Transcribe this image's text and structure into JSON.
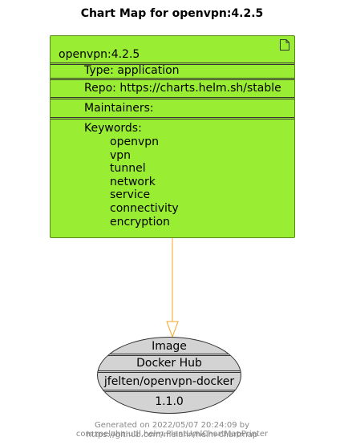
{
  "title": "Chart Map for openvpn:4.2.5",
  "chart": {
    "name": "openvpn:4.2.5",
    "type_label": "Type: application",
    "repo_label": "Repo: https://charts.helm.sh/stable",
    "maintainers_label": "Maintainers:",
    "keywords_label": "Keywords:",
    "keywords": [
      "openvpn",
      "vpn",
      "tunnel",
      "network",
      "service",
      "connectivity",
      "encryption"
    ],
    "fill_color": "#99ee33",
    "icon": "document-icon"
  },
  "image": {
    "label": "Image",
    "registry": "Docker Hub",
    "repository": "jfelten/openvpn-docker",
    "tag": "1.1.0",
    "fill_color": "#d3d3d3"
  },
  "connector_color": "#f5a623",
  "footer": {
    "line1": "Generated on 2022/05/07 20:24:09 by com.melahn.util.helm.PlantUmlChartMapPrinter",
    "line2": "https://github.com/melahn/helm-chartmap"
  }
}
